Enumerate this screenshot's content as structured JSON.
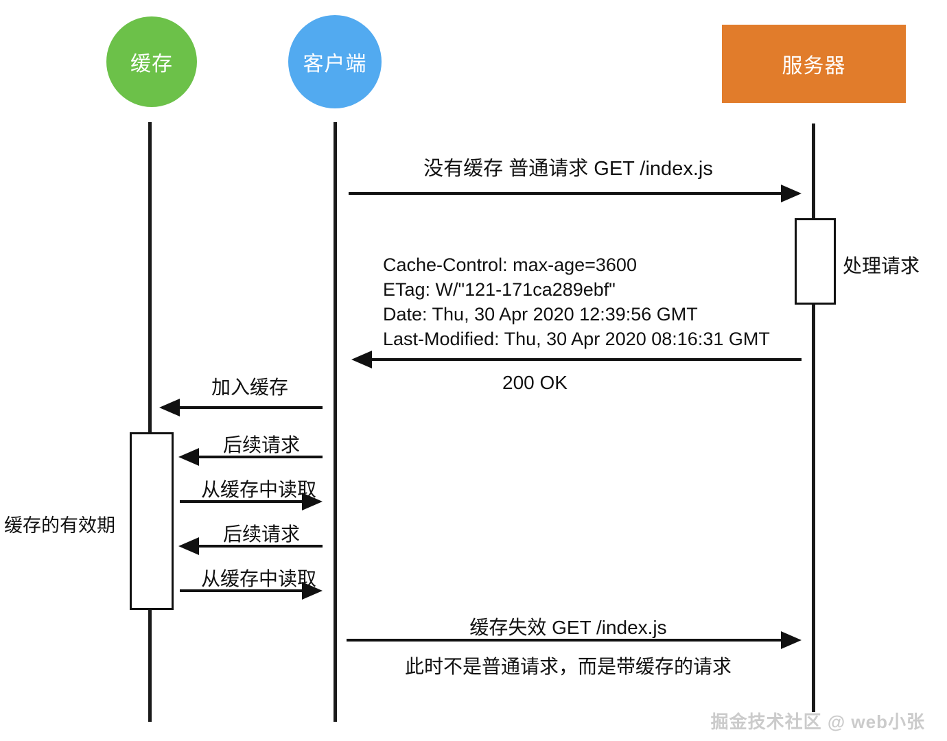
{
  "actors": {
    "cache": {
      "label": "缓存"
    },
    "client": {
      "label": "客户端"
    },
    "server": {
      "label": "服务器"
    }
  },
  "colors": {
    "cache": "#6cc149",
    "client": "#52aaf0",
    "server": "#e17c2b",
    "line": "#111111",
    "watermark": "#cbcbcb"
  },
  "messages": {
    "initial_request": "没有缓存 普通请求 GET /index.js",
    "response_headers": [
      "Cache-Control: max-age=3600",
      "ETag: W/\"121-171ca289ebf\"",
      "Date: Thu, 30 Apr 2020 12:39:56 GMT",
      "Last-Modified: Thu, 30 Apr 2020 08:16:31 GMT"
    ],
    "response_status": "200 OK",
    "add_to_cache": "加入缓存",
    "followup_request_1": "后续请求",
    "read_from_cache_1": "从缓存中读取",
    "followup_request_2": "后续请求",
    "read_from_cache_2": "从缓存中读取",
    "cache_expired_request": "缓存失效 GET /index.js",
    "cache_expired_note": "此时不是普通请求，而是带缓存的请求"
  },
  "annotations": {
    "process_request": "处理请求",
    "cache_validity_period": "缓存的有效期"
  },
  "watermark": "掘金技术社区 @ web小张"
}
